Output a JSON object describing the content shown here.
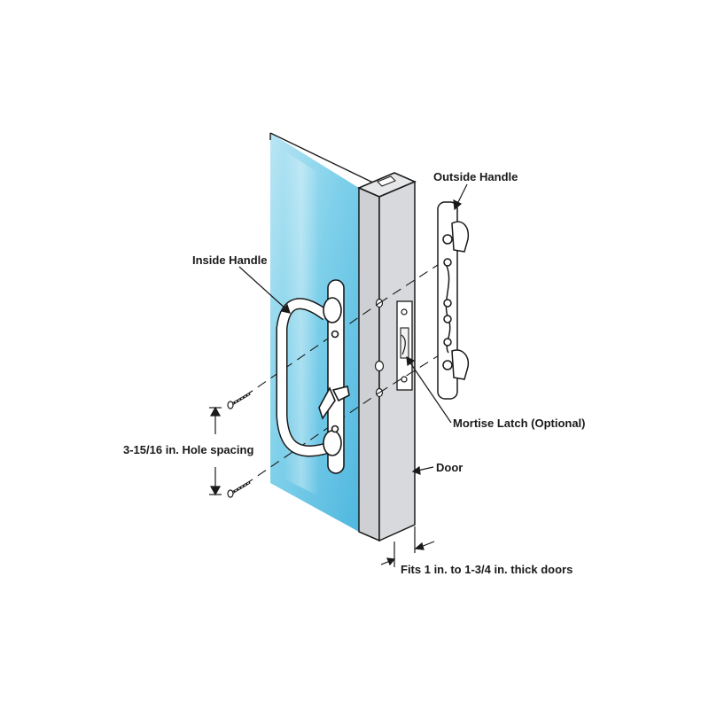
{
  "labels": {
    "outside_handle": "Outside Handle",
    "inside_handle": "Inside Handle",
    "mortise_latch": "Mortise Latch (Optional)",
    "hole_spacing": "3-15/16 in. Hole spacing",
    "door": "Door",
    "thickness": "Fits 1 in. to 1-3/4 in. thick doors"
  },
  "colors": {
    "glass": "#8fd6ec",
    "door_face": "#cfd0d3",
    "door_side": "#e6e7e9",
    "hardware": "#ffffff",
    "line": "#1a1a1a"
  }
}
